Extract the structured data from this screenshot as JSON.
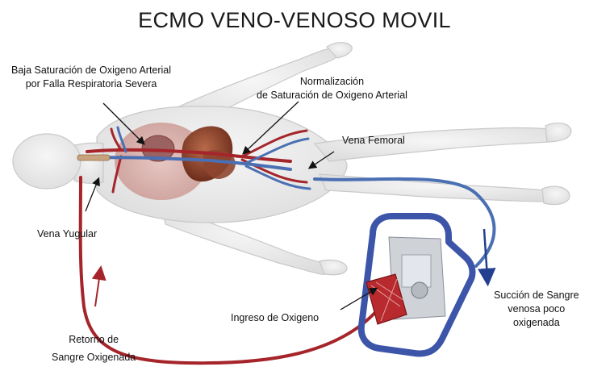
{
  "title": "ECMO VENO-VENOSO MOVIL",
  "labels": {
    "low_saturation": [
      "Baja Saturación de Oxigeno Arterial",
      "por Falla Respiratoria Severa"
    ],
    "normalization": [
      "Normalización",
      "de Saturación de Oxigeno Arterial"
    ],
    "femoral_vein": "Vena Femoral",
    "jugular_vein": "Vena Yugular",
    "oxygen_inlet": "Ingreso de Oxigeno",
    "suction": [
      "Succión de Sangre",
      "venosa poco",
      "oxigenada"
    ],
    "return": [
      "Retorno de",
      "Sangre Oxigenada"
    ]
  },
  "colors": {
    "oxygenated_blood": "#a5252b",
    "venous_blood": "#4a6fb3",
    "flow_arrow_blue": "#233f8f",
    "flow_arrow_red": "#a5252b",
    "body": "#e9e9e9",
    "body_outline": "#c9c9c9",
    "device_frame": "#3c55a8"
  }
}
